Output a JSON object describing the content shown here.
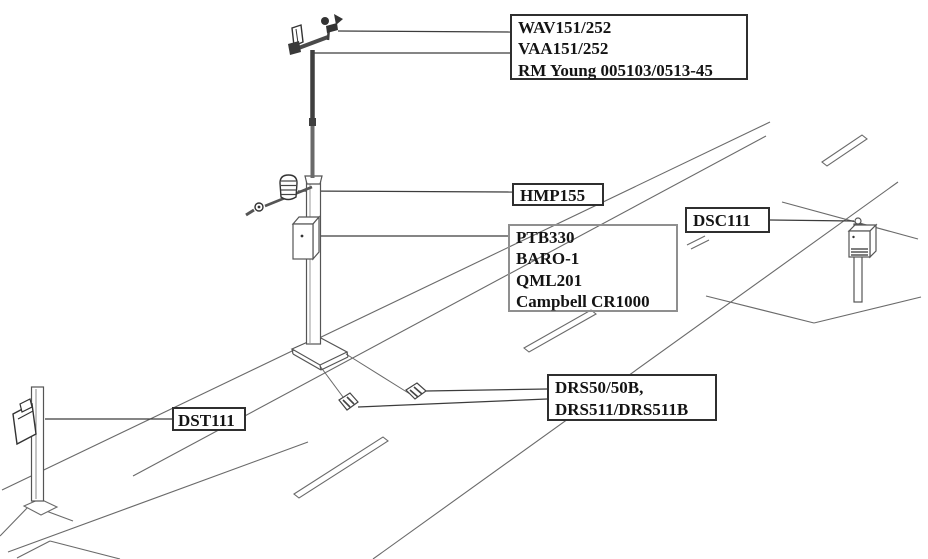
{
  "diagram": {
    "description": "Road weather station line diagram",
    "background": "#ffffff"
  },
  "colors": {
    "road_line": "#6a6a6a",
    "leader_line": "#3c3c3c",
    "box_border": "#2f2f2f",
    "logger_box_border": "#8f8f8f",
    "text": "#141414",
    "mast_dark": "#3f3f3f"
  },
  "labels": {
    "wind_box": {
      "lines": [
        "WAV151/252",
        "VAA151/252",
        "RM Young 005103/0513-45"
      ]
    },
    "humidity_box": {
      "lines": [
        "HMP155"
      ]
    },
    "logger_box": {
      "lines": [
        "PTB330",
        "BARO-1",
        "QML201",
        "Campbell CR1000"
      ]
    },
    "dst_box": {
      "lines": [
        "DST111"
      ]
    },
    "dsc_box": {
      "lines": [
        "DSC111"
      ]
    },
    "drs_box": {
      "lines": [
        "DRS50/50B,",
        "DRS511/DRS511B"
      ]
    }
  }
}
